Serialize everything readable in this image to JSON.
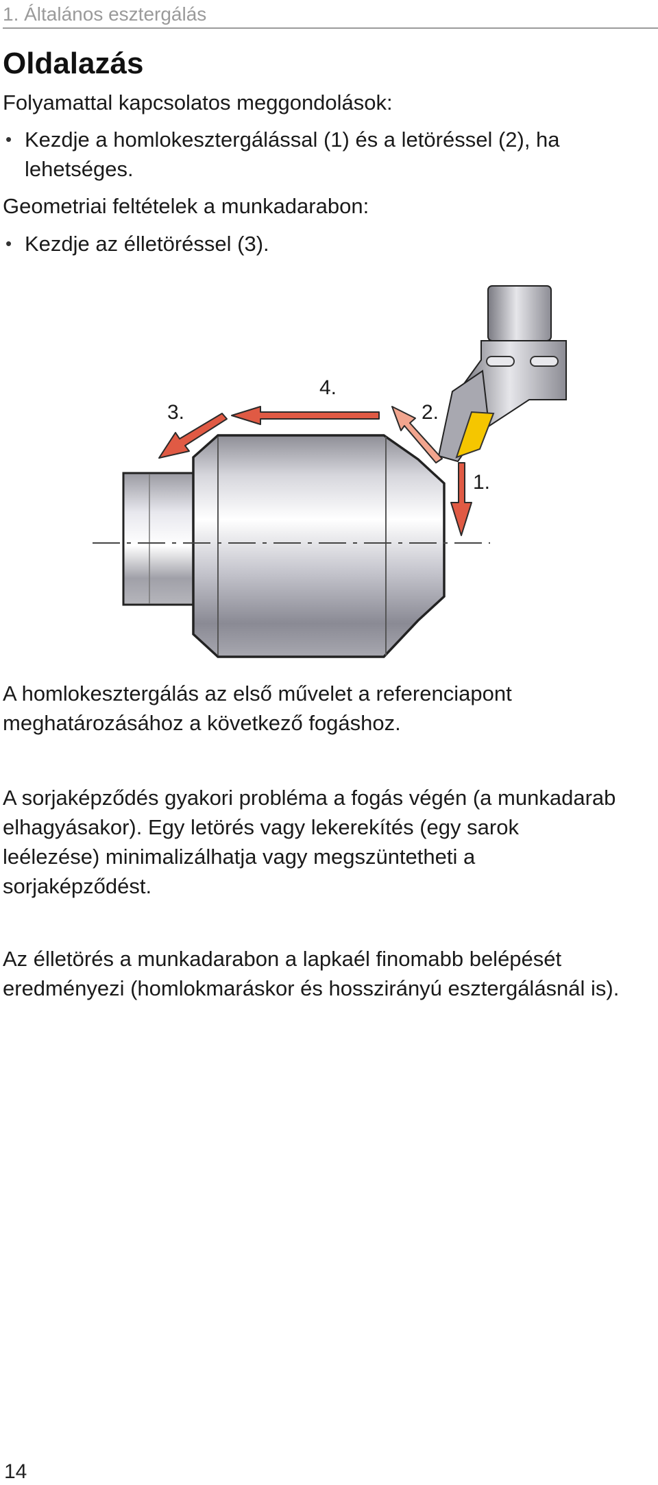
{
  "header": {
    "section": "1. Általános esztergálás"
  },
  "title": "Oldalazás",
  "process_heading": "Folyamattal kapcsolatos meggondolások:",
  "process_bullets": [
    "Kezdje a homlokesztergálással (1) és a letöréssel (2), ha lehetséges."
  ],
  "geometry_heading": "Geometriai feltételek a munkadarabon:",
  "geometry_bullets": [
    "Kezdje az élletöréssel (3)."
  ],
  "figure": {
    "labels": [
      "1.",
      "2.",
      "3.",
      "4."
    ],
    "arrow_color": "#e05a44"
  },
  "paragraphs": [
    "A homlokesztergálás az első művelet a referenciapont meghatározásához a következő fogáshoz.",
    "A sorjaképződés gyakori probléma a fogás végén (a munkadarab elhagyásakor). Egy letörés vagy lekerekítés (egy sarok leélezése) minimalizálhatja vagy megszüntetheti a sorjaképződést.",
    "Az élletörés a munkadarabon a lapkaél finomabb belépését eredményezi (homlokmaráskor és hosszirányú esztergálásnál is)."
  ],
  "page_number": "14"
}
